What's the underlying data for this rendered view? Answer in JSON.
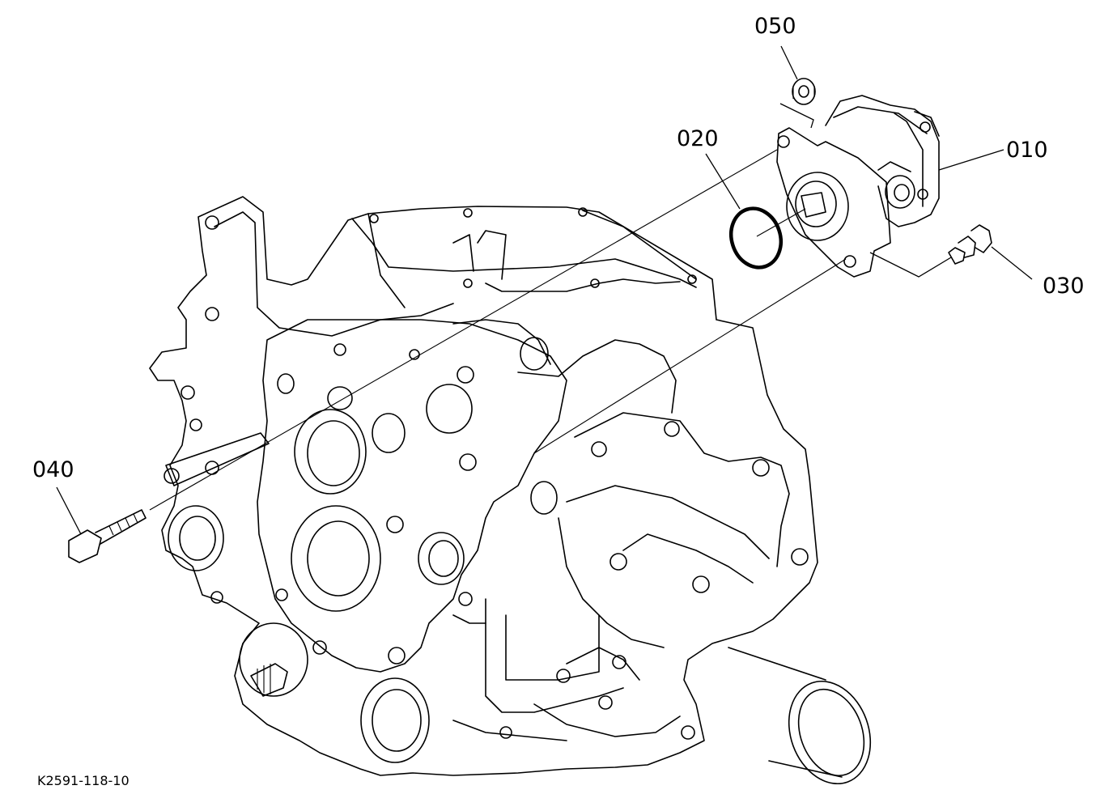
{
  "callouts": {
    "p010": "010",
    "p020": "020",
    "p030": "030",
    "p040": "040",
    "p050": "050"
  },
  "drawing_code": "K2591-118-10"
}
